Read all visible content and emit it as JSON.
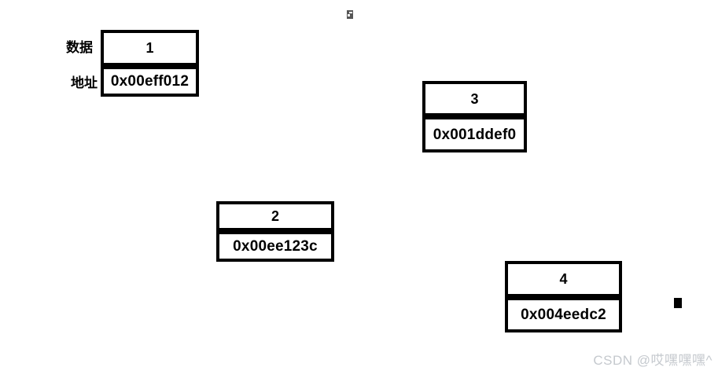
{
  "diagram": {
    "field_labels": {
      "data": "数据",
      "address": "地址"
    },
    "nodes": [
      {
        "value": "1",
        "address": "0x00eff012"
      },
      {
        "value": "2",
        "address": "0x00ee123c"
      },
      {
        "value": "3",
        "address": "0x001ddef0"
      },
      {
        "value": "4",
        "address": "0x004eedc2"
      }
    ]
  },
  "watermark": {
    "text": "CSDN @哎嘿嘿嘿^",
    "color": "#c5c9ce"
  },
  "colors": {
    "background": "#ffffff",
    "node_border": "#000000",
    "node_text": "#000000"
  }
}
